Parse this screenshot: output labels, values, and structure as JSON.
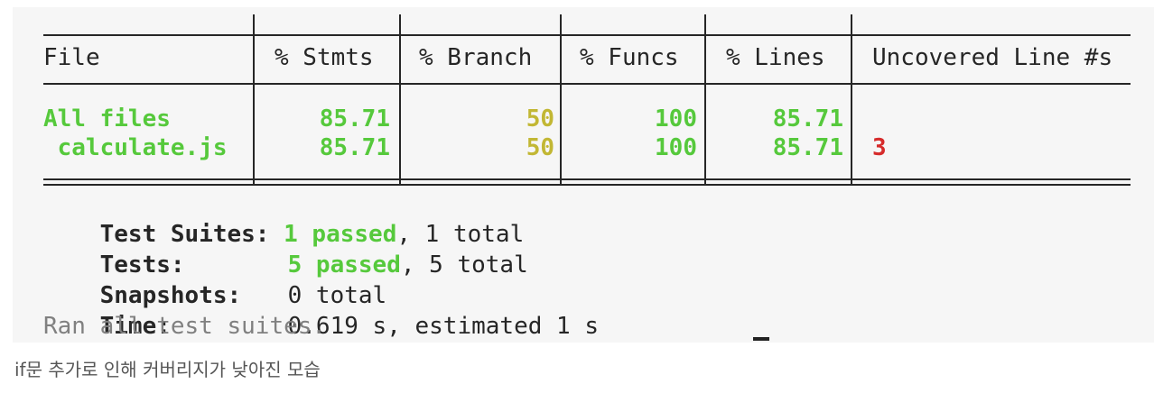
{
  "coverage_table": {
    "headers": [
      "File",
      "% Stmts",
      "% Branch",
      "% Funcs",
      "% Lines",
      "Uncovered Line #s"
    ],
    "rows": [
      {
        "file": "All files",
        "stmts": "85.71",
        "branch": "50",
        "funcs": "100",
        "lines": "85.71",
        "uncovered": ""
      },
      {
        "file": " calculate.js",
        "stmts": "85.71",
        "branch": "50",
        "funcs": "100",
        "lines": "85.71",
        "uncovered": "3"
      }
    ]
  },
  "summary": {
    "suites_label": "Test Suites:",
    "suites_passed": "1 passed",
    "suites_total": ", 1 total",
    "tests_label": "Tests:",
    "tests_passed": "5 passed",
    "tests_total": ", 5 total",
    "snapshots_label": "Snapshots:",
    "snapshots_value": "0 total",
    "time_label": "Time:",
    "time_value": "0.619 s, estimated 1 s",
    "ran_all": "Ran all test suites."
  },
  "caption": "if문 추가로 인해 커버리지가 낮아진 모습",
  "colors": {
    "good": "#56c93c",
    "medium": "#c2b734",
    "bad": "#d62b2b",
    "muted": "#808080"
  }
}
